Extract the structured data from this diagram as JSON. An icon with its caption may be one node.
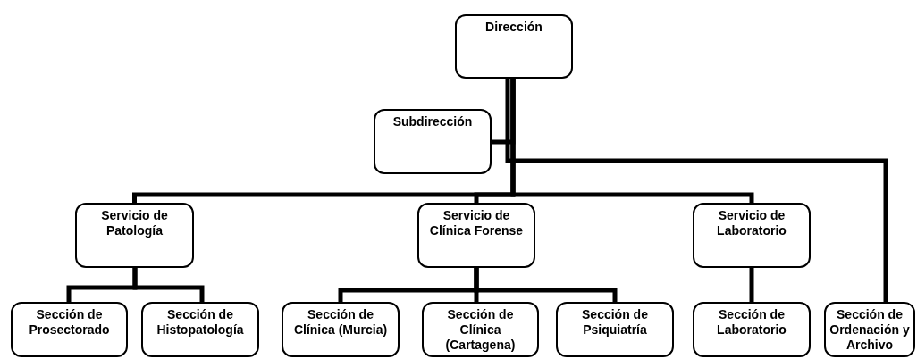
{
  "diagram": {
    "nodes": [
      {
        "text": [
          "Dirección"
        ]
      },
      {
        "text": [
          "Subdirección"
        ]
      },
      {
        "text": [
          "Servicio de Patología"
        ]
      },
      {
        "text": [
          "Servicio de Clínica Forense"
        ]
      },
      {
        "text": [
          "Servicio de Laboratorio"
        ]
      },
      {
        "text": [
          "Sección de Prosectorado"
        ]
      },
      {
        "text": [
          "Sección de Histopatología"
        ]
      },
      {
        "text": [
          "Sección de Clínica (Murcia)"
        ]
      },
      {
        "text": [
          "Sección de Clínica (Cartagena)"
        ]
      },
      {
        "text": [
          "Sección de Psiquiatría"
        ]
      },
      {
        "text": [
          "Sección de Laboratorio"
        ]
      },
      {
        "text": [
          "Sección de Ordenación y Archivo"
        ]
      }
    ],
    "edges": [
      {
        "from": 0,
        "to": 1,
        "arrow": "none"
      },
      {
        "from": 0,
        "to": 2,
        "arrow": "none"
      },
      {
        "from": 0,
        "to": 3,
        "arrow": "none"
      },
      {
        "from": 0,
        "to": 4,
        "arrow": "none"
      },
      {
        "from": 0,
        "to": 11,
        "arrow": "none"
      },
      {
        "from": 2,
        "to": 5,
        "arrow": "none"
      },
      {
        "from": 2,
        "to": 6,
        "arrow": "none"
      },
      {
        "from": 3,
        "to": 7,
        "arrow": "none"
      },
      {
        "from": 3,
        "to": 8,
        "arrow": "none"
      },
      {
        "from": 3,
        "to": 9,
        "arrow": "none"
      },
      {
        "from": 4,
        "to": 10,
        "arrow": "none"
      }
    ]
  }
}
